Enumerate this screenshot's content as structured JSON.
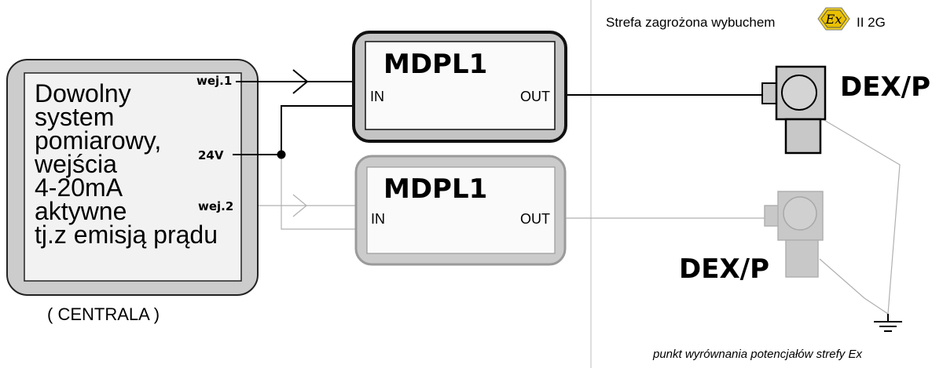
{
  "zone": {
    "label": "Strefa zagrożona wybuchem",
    "ex_symbol": "Ex",
    "category": "II 2G"
  },
  "central": {
    "description_lines": [
      "Dowolny",
      "system",
      "pomiarowy,",
      "wejścia",
      "4-20mA",
      "aktywne",
      "tj.z emisją prądu"
    ],
    "caption": "( CENTRALA )",
    "port_in1": "wej.1",
    "port_24v": "24V",
    "port_in2": "wej.2"
  },
  "module1": {
    "title": "MDPL1",
    "in_label": "IN",
    "out_label": "OUT"
  },
  "module2": {
    "title": "MDPL1",
    "in_label": "IN",
    "out_label": "OUT"
  },
  "detector1": {
    "label": "DEX/P"
  },
  "detector2": {
    "label": "DEX/P"
  },
  "ground": {
    "label": "punkt wyrównania potencjałów strefy Ex"
  },
  "colors": {
    "active_line": "#000000",
    "inactive_line": "#b0b0b0",
    "central_fill": "#cccccc",
    "module1_fill": "#c4c4c4",
    "module2_fill": "#cbcbcb",
    "ex_badge": "#f5d21a",
    "detector_fill": "#c8c8c8",
    "inactive_detector": "#c8c8c8"
  }
}
